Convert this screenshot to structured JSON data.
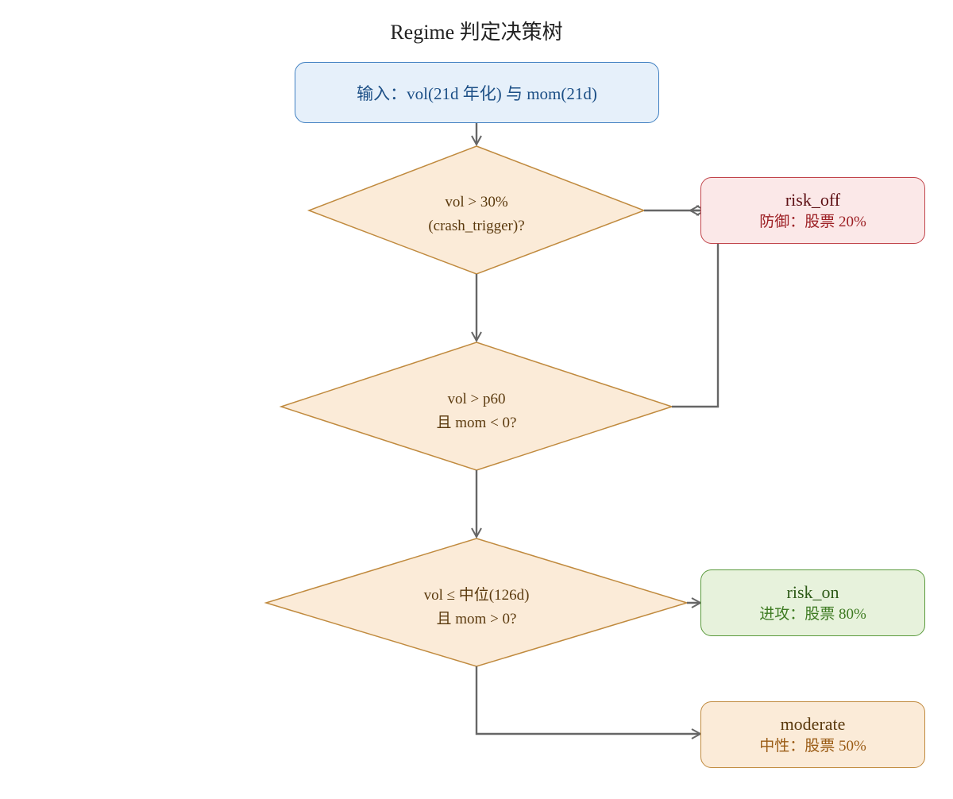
{
  "title": "Regime 判定决策树",
  "input": {
    "label": "输入：vol(21d 年化) 与 mom(21d)"
  },
  "decisions": [
    {
      "line1": "vol > 30%",
      "line2": "(crash_trigger)?"
    },
    {
      "line1": "vol > p60",
      "line2": "且 mom < 0?"
    },
    {
      "line1": "vol ≤ 中位(126d)",
      "line2": "且 mom > 0?"
    }
  ],
  "outcomes": {
    "risk_off": {
      "name": "risk_off",
      "desc": "防御：股票 20%"
    },
    "risk_on": {
      "name": "risk_on",
      "desc": "进攻：股票 80%"
    },
    "moderate": {
      "name": "moderate",
      "desc": "中性：股票 50%"
    }
  },
  "colors": {
    "decision_fill": "#fbebd8",
    "decision_stroke": "#c08a3e",
    "connector": "#666666"
  }
}
